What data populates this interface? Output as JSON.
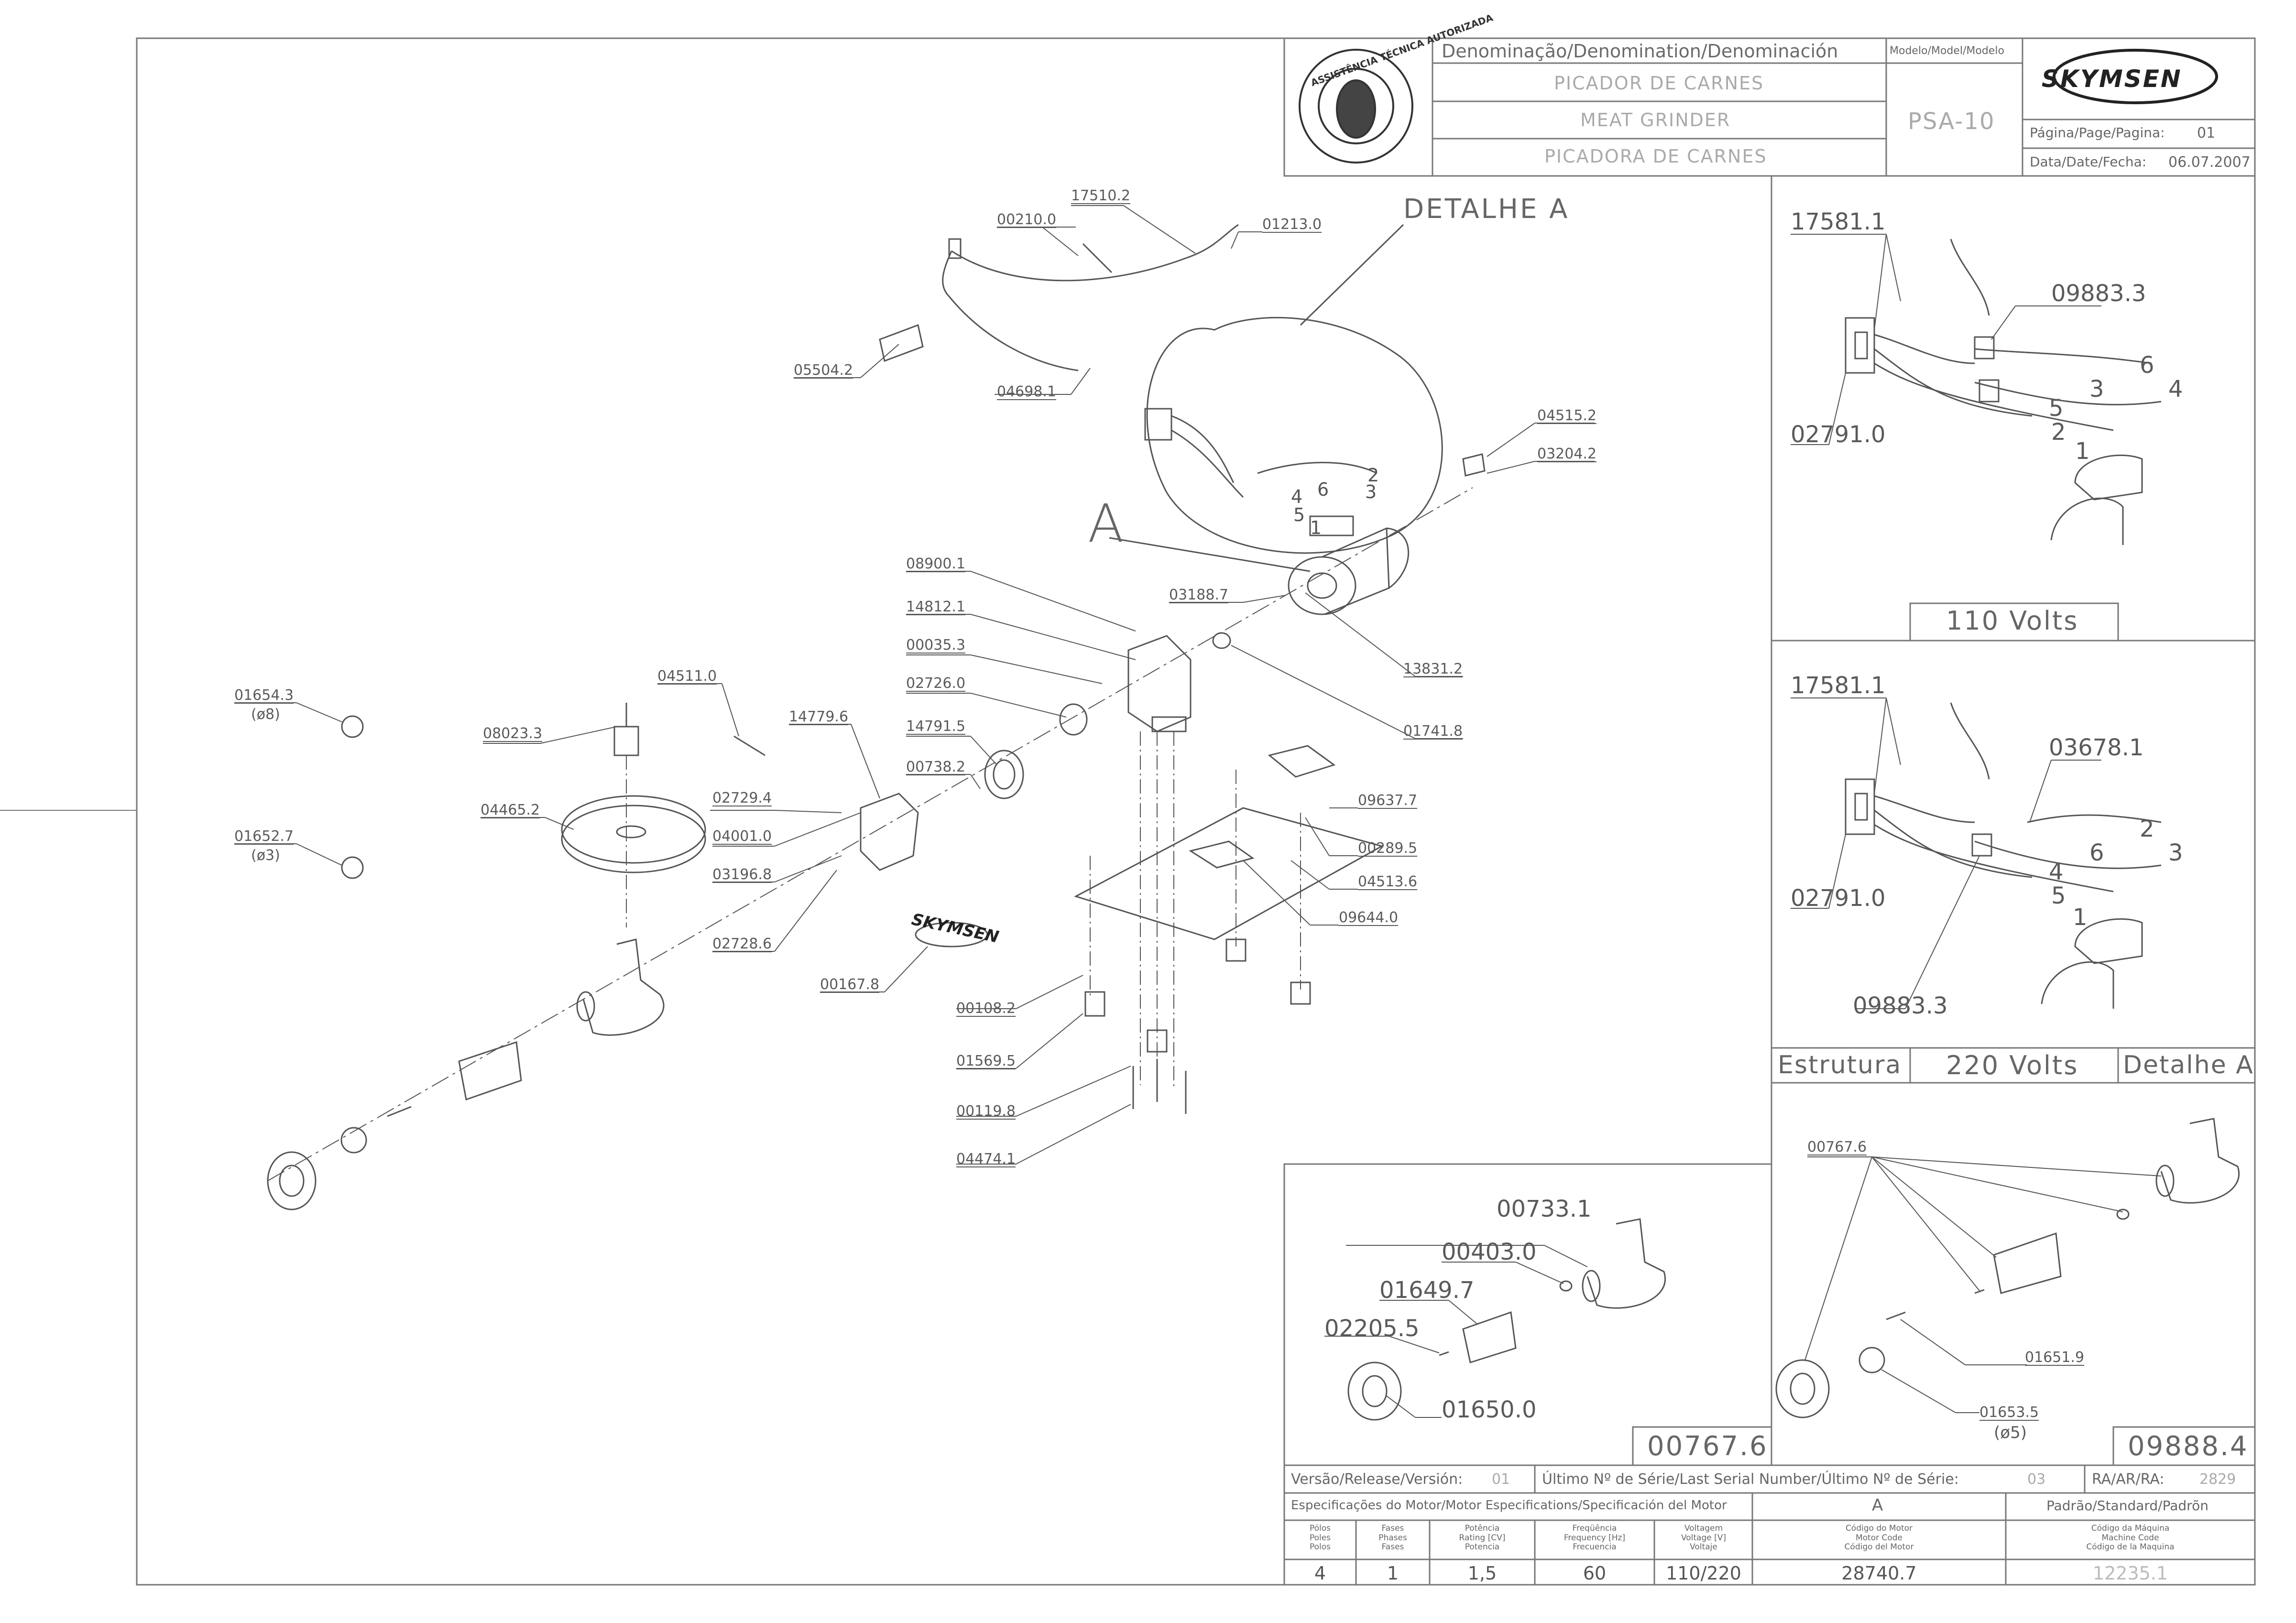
{
  "title_block": {
    "denomination_header": "Denominação/Denomination/Denominación",
    "name_pt": "PICADOR DE CARNES",
    "name_en": "MEAT GRINDER",
    "name_es": "PICADORA DE CARNES",
    "model_header": "Modelo/Model/Modelo",
    "model": "PSA-10",
    "brand": "SKYMSEN",
    "page_label": "Página/Page/Pagina:",
    "page": "01",
    "date_label": "Data/Date/Fecha:",
    "date": "06.07.2007",
    "seal_text": "ASSISTÊNCIA TÉCNICA AUTORIZADA"
  },
  "main_view": {
    "detail_title": "DETALHE A",
    "detail_letter": "A",
    "part_labels": [
      "00210.0",
      "17510.2",
      "01213.0",
      "05504.2",
      "04698.1",
      "04515.2",
      "03204.2",
      "08900.1",
      "03188.7",
      "14812.1",
      "00035.3",
      "13831.2",
      "02726.0",
      "01741.8",
      "14791.5",
      "00738.2",
      "09637.7",
      "00289.5",
      "04513.6",
      "09644.0",
      "04511.0",
      "14779.6",
      "08023.3",
      "02729.4",
      "04465.2",
      "04001.0",
      "03196.8",
      "02728.6",
      "00167.8",
      "00108.2",
      "01569.5",
      "00119.8",
      "04474.1"
    ],
    "screen_labels": [
      {
        "code": "01654.3",
        "size": "(ø8)"
      },
      {
        "code": "01652.7",
        "size": "(ø3)"
      }
    ],
    "wire_numbers": [
      "2",
      "6",
      "3",
      "4",
      "5",
      "1"
    ],
    "logo_text": "SKYMSEN"
  },
  "detail_110": {
    "labels": [
      "17581.1",
      "09883.3",
      "02791.0"
    ],
    "wire_numbers": [
      "6",
      "3",
      "4",
      "5",
      "2",
      "1"
    ],
    "caption": "110 Volts"
  },
  "detail_220": {
    "labels": [
      "17581.1",
      "03678.1",
      "02791.0",
      "09883.3"
    ],
    "wire_numbers": [
      "2",
      "3",
      "6",
      "4",
      "5",
      "1"
    ],
    "caption_left": "Estrutura",
    "caption_mid": "220 Volts",
    "caption_right": "Detalhe A"
  },
  "kit_00767": {
    "labels": [
      "00733.1",
      "00403.0",
      "01649.7",
      "02205.5",
      "01650.0"
    ],
    "kit_code": "00767.6"
  },
  "kit_09888": {
    "labels": [
      "00767.6",
      "01651.9"
    ],
    "screen": {
      "code": "01653.5",
      "size": "(ø5)"
    },
    "kit_code": "09888.4"
  },
  "release_row": {
    "version_label": "Versão/Release/Versión:",
    "version": "01",
    "serial_label": "Último Nº de Série/Last Serial Number/Último Nº de Série:",
    "serial": "03",
    "ra_label": "RA/AR/RA:",
    "ra": "2829"
  },
  "motor_specs": {
    "header": "Especificações do Motor/Motor Especifications/Specificación del Motor",
    "col_a": "A",
    "col_standard": "Padrão/Standard/Padrõn",
    "headings": [
      "Pólos\nPoles\nPolos",
      "Fases\nPhases\nFases",
      "Potência\nRating [CV]\nPotencia",
      "Freqüência\nFrequency [Hz]\nFrecuencia",
      "Voltagem\nVoltage [V]\nVoltaje",
      "Código do Motor\nMotor Code\nCódigo del Motor",
      "Código da Máquina\nMachine Code\nCódigo de la Maquina"
    ],
    "values": [
      "4",
      "1",
      "1,5",
      "60",
      "110/220",
      "28740.7",
      "12235.1"
    ]
  }
}
